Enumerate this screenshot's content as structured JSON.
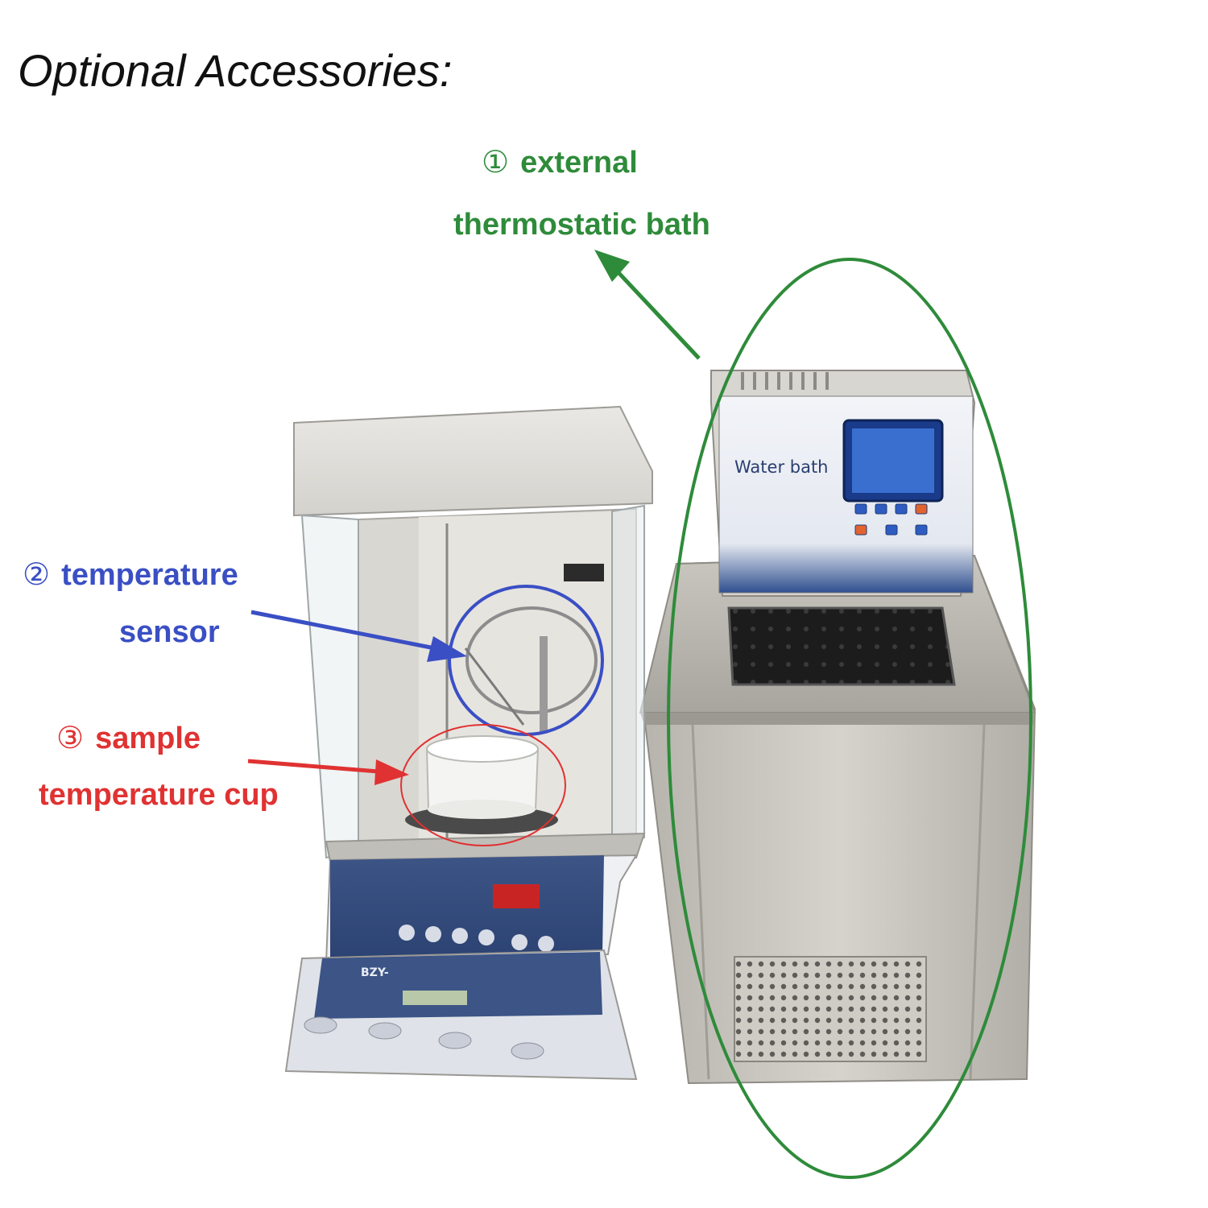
{
  "title": "Optional Accessories:",
  "annotations": [
    {
      "number": "①",
      "line1": "external",
      "line2": "thermostatic bath",
      "color": "#2e8b3a"
    },
    {
      "number": "②",
      "line1": "temperature",
      "line2": "sensor",
      "color": "#3a4fc4"
    },
    {
      "number": "③",
      "line1": "sample",
      "line2": "temperature cup",
      "color": "#e03232"
    }
  ],
  "devices": {
    "water_bath_label": "Water bath",
    "tensiometer_brand": "BZY-"
  }
}
